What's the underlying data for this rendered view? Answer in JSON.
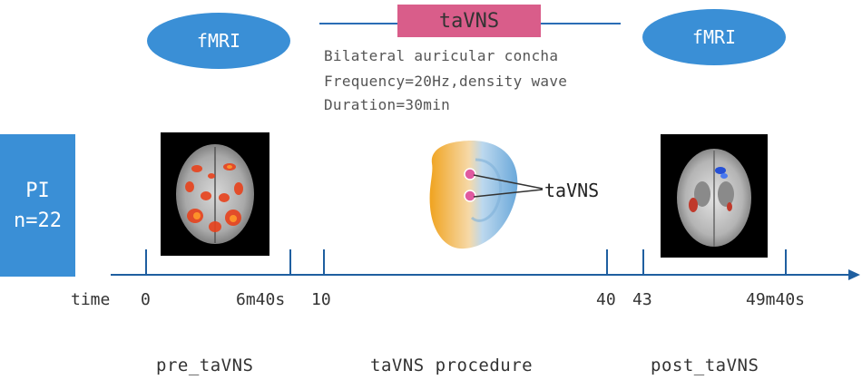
{
  "fmri_pre": {
    "label": "fMRI"
  },
  "fmri_post": {
    "label": "fMRI"
  },
  "stimulation": {
    "label": "taVNS"
  },
  "parameters": [
    "Bilateral auricular concha",
    "Frequency=20Hz,density wave",
    "Duration=30min"
  ],
  "group": {
    "line1": "PI",
    "line2": "n=22"
  },
  "ear_label": "taVNS",
  "axis": {
    "label": "time"
  },
  "ticks": [
    "0",
    "6m40s",
    "10",
    "40",
    "43",
    "49m40s"
  ],
  "phases": [
    "pre_taVNS",
    "taVNS procedure",
    "post_taVNS"
  ],
  "colors": {
    "ellipse": "#3a8fd6",
    "stimulation_box": "#d95d8a",
    "axis": "#1f5fa0",
    "group_box": "#3a8fd6"
  }
}
